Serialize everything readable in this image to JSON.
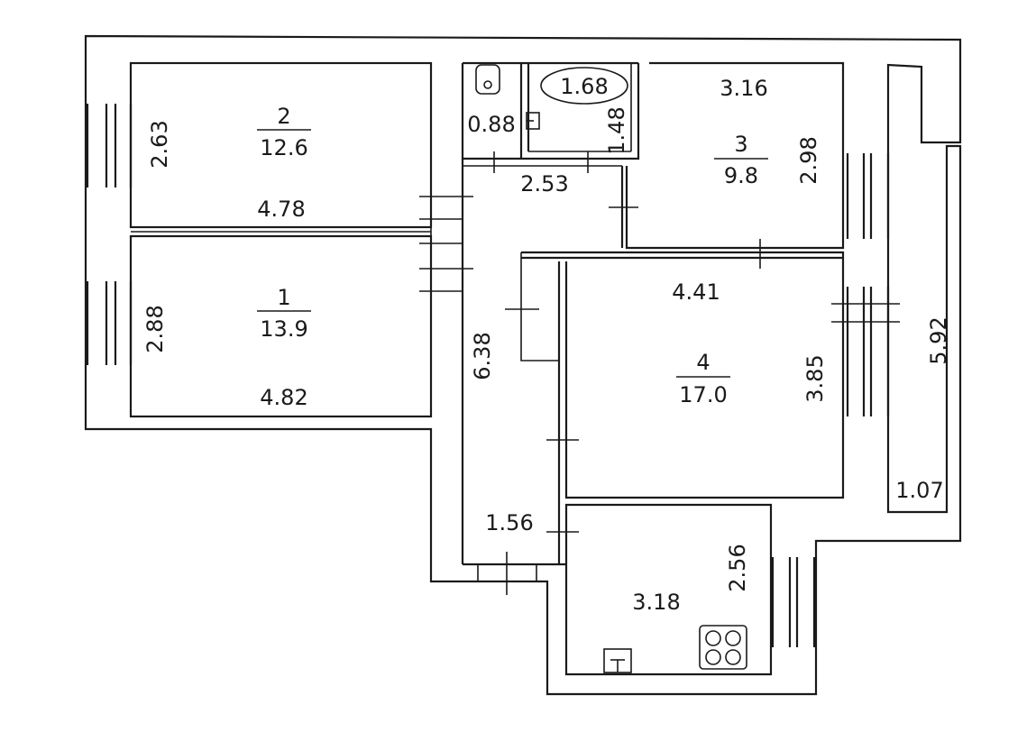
{
  "rooms": {
    "room1": {
      "number": "1",
      "area": "13.9",
      "width": "4.82",
      "depth": "2.88"
    },
    "room2": {
      "number": "2",
      "area": "12.6",
      "width": "4.78",
      "depth": "2.63"
    },
    "room3": {
      "number": "3",
      "area": "9.8",
      "width": "3.16",
      "depth": "2.98"
    },
    "room4": {
      "number": "4",
      "area": "17.0",
      "width": "4.41",
      "depth": "3.85"
    },
    "bathroom": {
      "area": "1.68",
      "depth": "1.48"
    },
    "toilet": {
      "width": "0.88"
    },
    "corridor": {
      "upper_width": "2.53",
      "length": "6.38",
      "lower_width": "1.56"
    },
    "kitchen": {
      "width": "3.18",
      "depth": "2.56"
    },
    "balcony": {
      "length": "5.92",
      "width": "1.07"
    }
  }
}
